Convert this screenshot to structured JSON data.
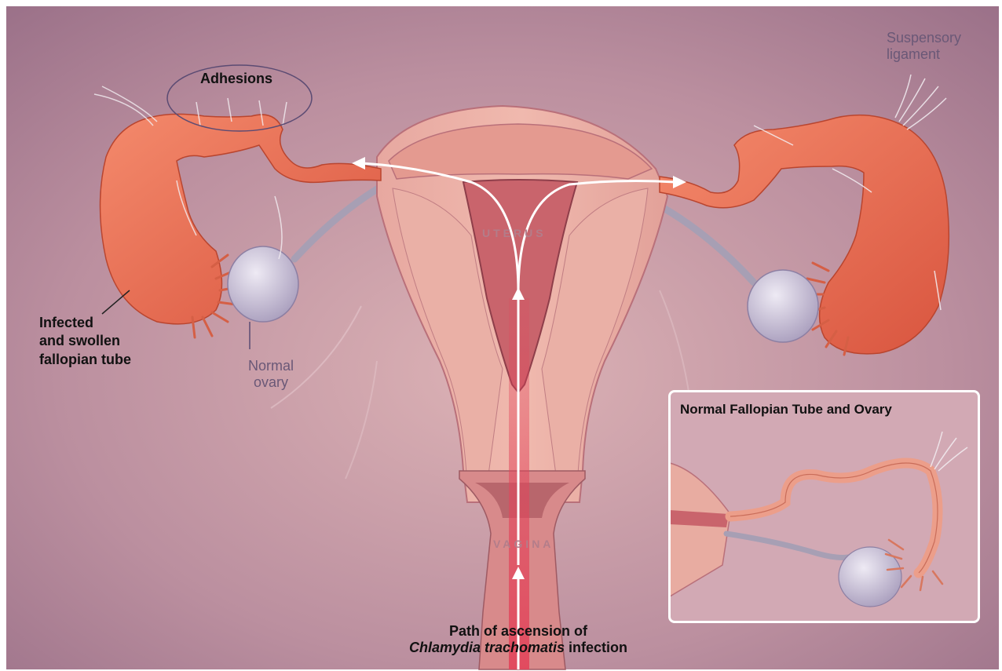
{
  "labels": {
    "adhesions": "Adhesions",
    "suspensory_ligament": [
      "Suspensory",
      "ligament"
    ],
    "infected_tube": [
      "Infected",
      "and swollen",
      "fallopian tube"
    ],
    "normal_ovary": [
      "Normal",
      "ovary"
    ],
    "uterus": "UTERUS",
    "vagina": "VAGINA",
    "path_line1": "Path of ascension of",
    "path_species": "Chlamydia trachomatis",
    "path_suffix": " infection",
    "inset_title": "Normal Fallopian Tube and Ovary"
  },
  "colors": {
    "background": "#b78e9c",
    "tube": "#e8674e",
    "uterus_wall": "#e5a29b",
    "cavity": "#c65f68",
    "ovary": "#c7c0d6",
    "arrow": "#ffffff"
  }
}
